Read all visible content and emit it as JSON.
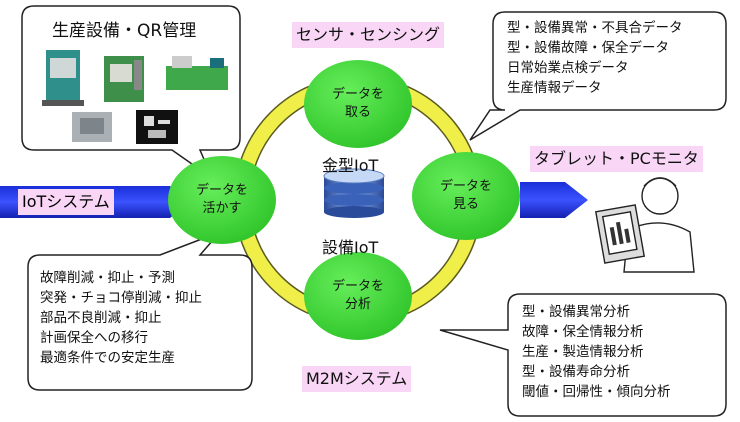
{
  "center": {
    "top_label": "金型IoT",
    "bottom_label": "設備IoT",
    "icon": "database-icon"
  },
  "nodes": {
    "top": {
      "line1": "データを",
      "line2": "取る"
    },
    "left": {
      "line1": "データを",
      "line2": "活かす"
    },
    "right": {
      "line1": "データを",
      "line2": "見る"
    },
    "bottom": {
      "line1": "データを",
      "line2": "分析"
    }
  },
  "labels": {
    "sensor": "センサ・センシング",
    "iot_system": "IoTシステム",
    "tablet": "タブレット・PCモニタ",
    "m2m": "M2Mシステム"
  },
  "callouts": {
    "equipment": {
      "title": "生産設備・QR管理"
    },
    "data_types": {
      "items": [
        "型・設備異常・不具合データ",
        "型・設備故障・保全データ",
        "日常始業点検データ",
        "生産情報データ"
      ]
    },
    "benefits": {
      "items": [
        "故障削減・抑止・予測",
        "突発・チョコ停削減・抑止",
        "部品不良削減・抑止",
        "計画保全への移行",
        "最適条件での安定生産"
      ]
    },
    "analysis": {
      "items": [
        "型・設備異常分析",
        "故障・保全情報分析",
        "生産・製造情報分析",
        "型・設備寿命分析",
        "閾値・回帰性・傾向分析"
      ]
    }
  },
  "colors": {
    "node_green": "#3ed63a",
    "ring_yellow": "#f0ef4a",
    "arrow_blue": "#1a2fd8",
    "label_pink": "#f9d6f6"
  }
}
